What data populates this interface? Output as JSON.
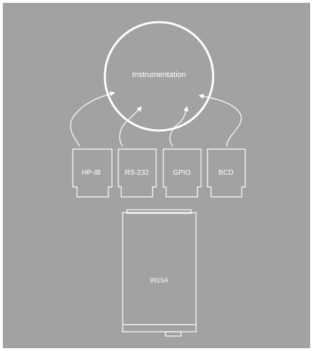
{
  "diagram": {
    "center_label": "Instrumentation",
    "interfaces": [
      {
        "label": "HP-IB"
      },
      {
        "label": "RS-232"
      },
      {
        "label": "GPIO"
      },
      {
        "label": "BCD"
      }
    ],
    "computer_label": "9915A"
  },
  "colors": {
    "background": "#a2a2a2",
    "line": "#ffffff"
  }
}
